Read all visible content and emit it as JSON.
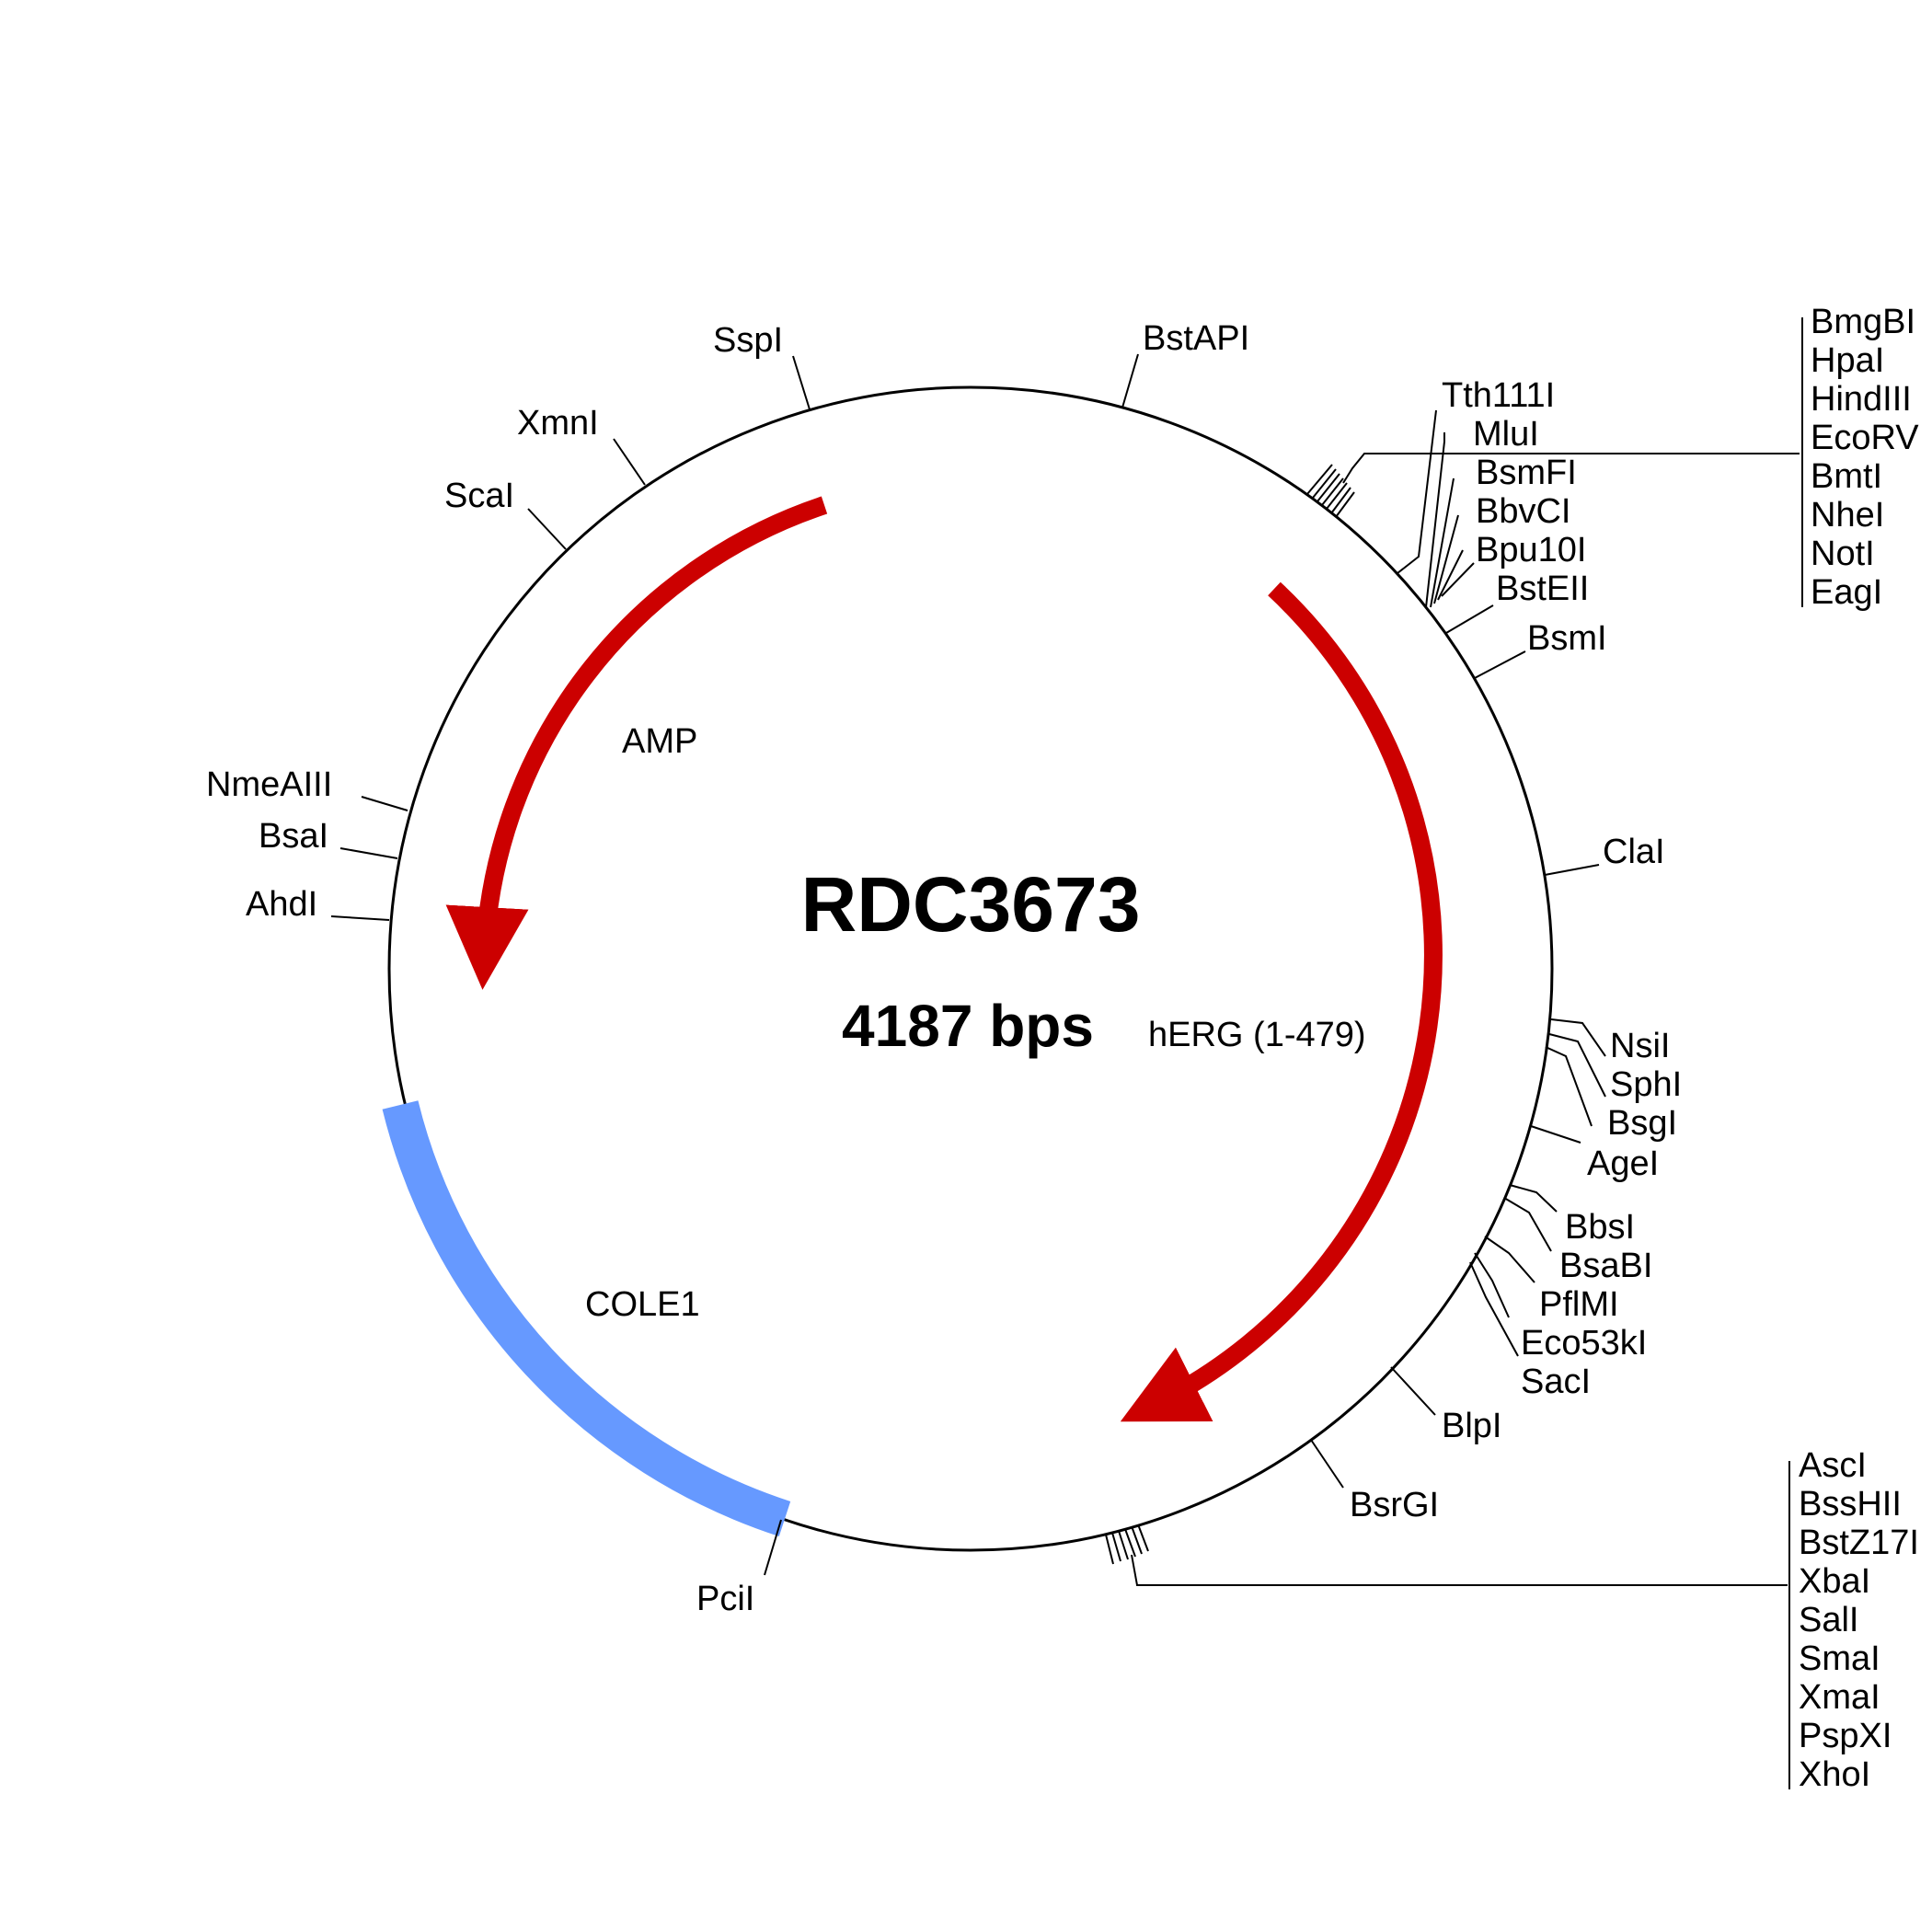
{
  "plasmid": {
    "name": "RDC3673",
    "size_label": "4187 bps"
  },
  "colors": {
    "backbone": "#000000",
    "gene": "#cc0000",
    "origin": "#6699ff"
  },
  "features": [
    {
      "id": "amp",
      "label": "AMP",
      "type": "gene"
    },
    {
      "id": "herg",
      "label": "hERG (1-479)",
      "type": "gene"
    },
    {
      "id": "cole1",
      "label": "COLE1",
      "type": "origin"
    }
  ],
  "sites": [
    "SspI",
    "BstAPI",
    "XmnI",
    "ScaI",
    "NmeAIII",
    "BsaI",
    "AhdI",
    "PciI",
    "Tth111I",
    "MluI",
    "BsmFI",
    "BbvCI",
    "Bpu10I",
    "BstEII",
    "BsmI",
    "ClaI",
    "NsiI",
    "SphI",
    "BsgI",
    "AgeI",
    "BbsI",
    "BsaBI",
    "PflMI",
    "Eco53kI",
    "SacI",
    "BlpI",
    "BsrGI"
  ],
  "mcs_top": [
    "BmgBI",
    "HpaI",
    "HindIII",
    "EcoRV",
    "BmtI",
    "NheI",
    "NotI",
    "EagI"
  ],
  "mcs_bottom": [
    "AscI",
    "BssHII",
    "BstZ17I",
    "XbaI",
    "SalI",
    "SmaI",
    "XmaI",
    "PspXI",
    "XhoI"
  ]
}
